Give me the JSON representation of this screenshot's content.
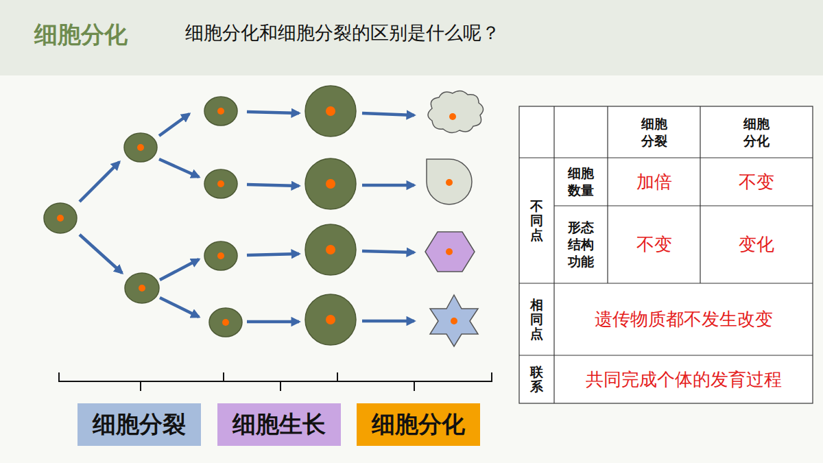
{
  "diagram": {
    "title": "细胞分化",
    "nodes": [
      {
        "text": [
          "细胞分裂"
        ]
      },
      {
        "text": [
          "细胞生长"
        ]
      },
      {
        "text": [
          "细胞分化"
        ]
      }
    ],
    "labels": [
      "细胞分化和细胞分裂的区别是什么呢？",
      "细胞 分裂",
      "细胞 分化",
      "不同点",
      "细胞 数量",
      "加倍",
      "不变",
      "形态 结构 功能",
      "不变",
      "变化",
      "相同点",
      "遗传物质都不发生改变",
      "联系",
      "共同完成个体的发育过程"
    ]
  }
}
